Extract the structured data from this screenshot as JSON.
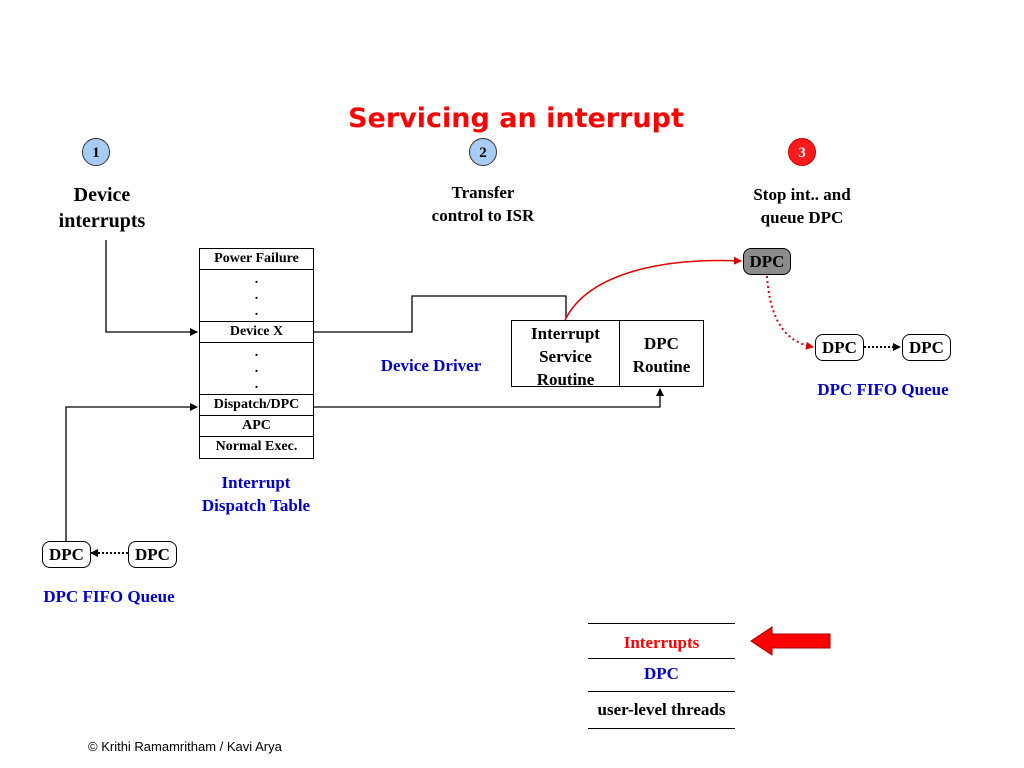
{
  "title": "Servicing an interrupt",
  "steps": [
    {
      "number": "1",
      "label_line1": "Device",
      "label_line2": "interrupts"
    },
    {
      "number": "2",
      "label_line1": "Transfer",
      "label_line2": "control to ISR"
    },
    {
      "number": "3",
      "label_line1": "Stop int.. and",
      "label_line2": "queue DPC"
    }
  ],
  "dispatch_table": {
    "rows": {
      "power_failure": "Power Failure",
      "device_x": "Device X",
      "dispatch_dpc": "Dispatch/DPC",
      "apc": "APC",
      "normal_exec": "Normal Exec."
    },
    "dot": ".",
    "caption_line1": "Interrupt",
    "caption_line2": "Dispatch Table"
  },
  "device_driver": {
    "label": "Device Driver",
    "isr_line1": "Interrupt",
    "isr_line2": "Service",
    "isr_line3": "Routine",
    "dpc_routine_line1": "DPC",
    "dpc_routine_line2": "Routine"
  },
  "queued_dpc": "DPC",
  "right_queue": {
    "items": [
      "DPC",
      "DPC"
    ],
    "caption": "DPC FIFO Queue"
  },
  "left_queue": {
    "items": [
      "DPC",
      "DPC"
    ],
    "caption": "DPC FIFO Queue"
  },
  "priority_levels": [
    "Interrupts",
    "DPC",
    "user-level threads"
  ],
  "footer": "© Krithi Ramamritham / Kavi Arya",
  "colors": {
    "title": "#ff0000",
    "accent_blue": "#0000cc",
    "step_circle": "#a7cdf6",
    "step_active": "#ff1a1a",
    "arrow_red": "#e00000",
    "dpc_queued": "#8c8c8c"
  }
}
